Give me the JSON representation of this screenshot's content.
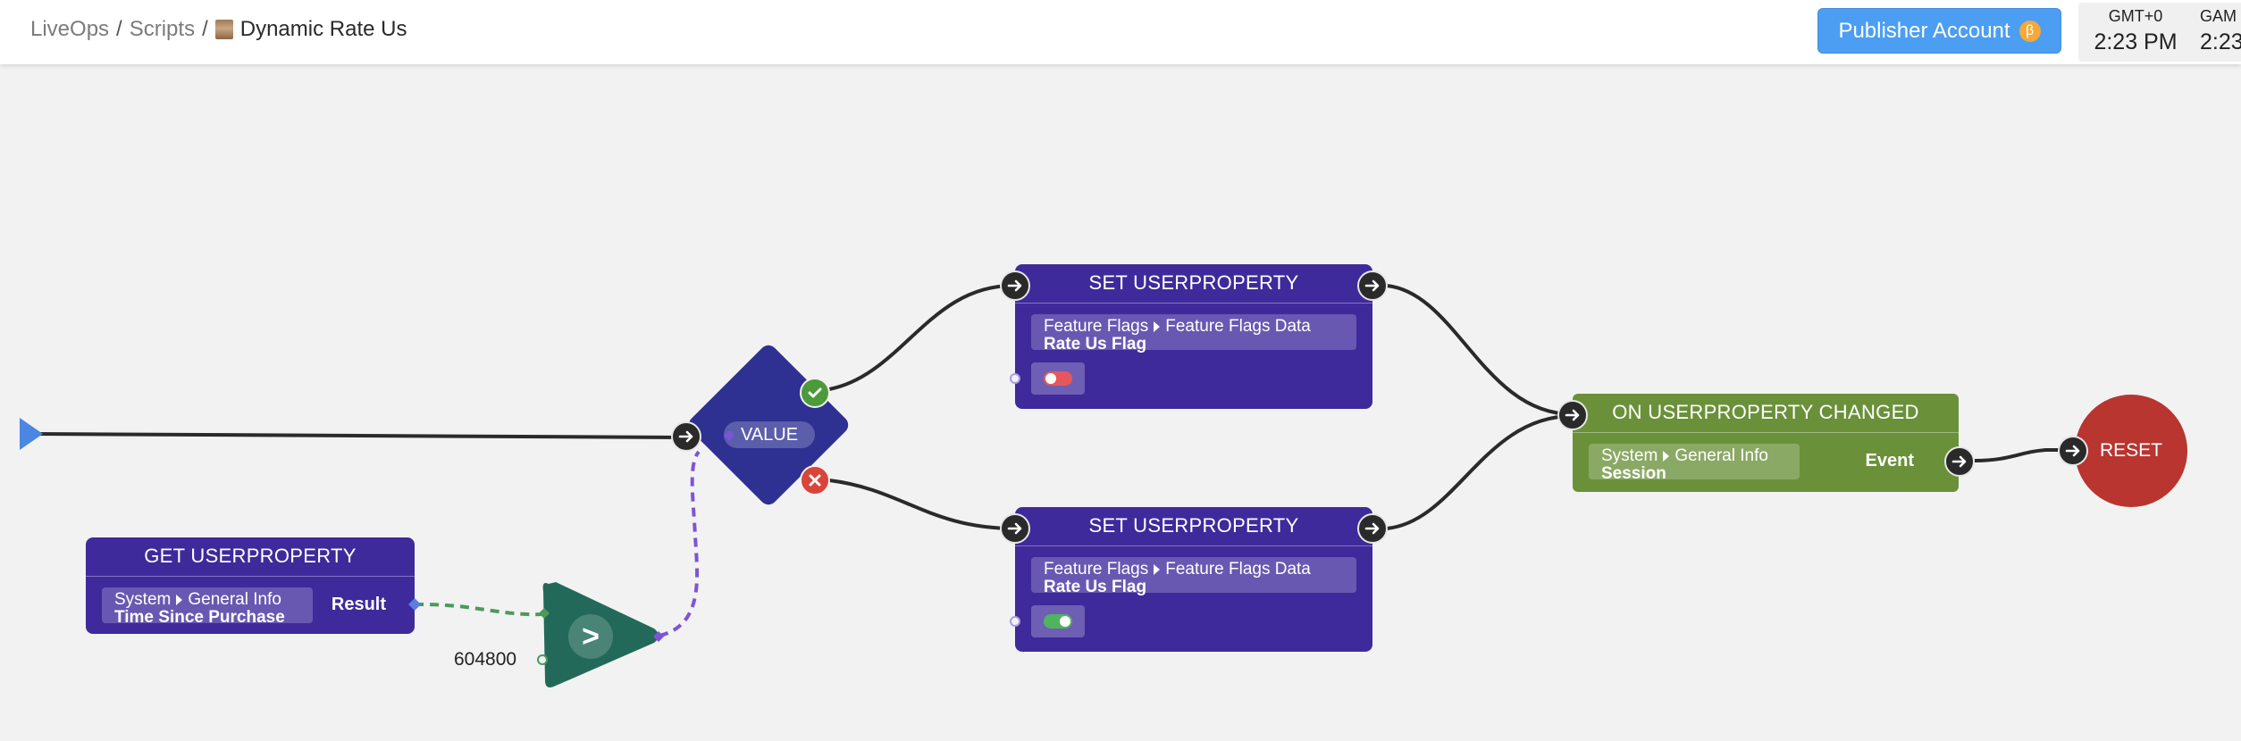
{
  "breadcrumb": {
    "items": [
      "LiveOps",
      "Scripts"
    ],
    "current": "Dynamic Rate Us"
  },
  "header": {
    "publisher_button": "Publisher Account",
    "beta_badge": "β",
    "clock": [
      {
        "zone": "GMT+0",
        "time": "2:23 PM"
      },
      {
        "zone": "GAM",
        "time": "2:23"
      }
    ]
  },
  "nodes": {
    "get_property": {
      "title": "GET USERPROPERTY",
      "path": [
        "System",
        "General Info"
      ],
      "property": "Time Since Purchase",
      "output": "Result"
    },
    "branch": {
      "label": "VALUE"
    },
    "compare": {
      "operator": ">",
      "constant": "604800"
    },
    "set_true": {
      "title": "SET USERPROPERTY",
      "path": [
        "Feature Flags",
        "Feature Flags Data"
      ],
      "property": "Rate Us Flag",
      "value": false
    },
    "set_false": {
      "title": "SET USERPROPERTY",
      "path": [
        "Feature Flags",
        "Feature Flags Data"
      ],
      "property": "Rate Us Flag",
      "value": true
    },
    "on_changed": {
      "title": "ON USERPROPERTY CHANGED",
      "path": [
        "System",
        "General Info"
      ],
      "property": "Session",
      "output": "Event"
    },
    "reset": {
      "label": "RESET"
    }
  },
  "colors": {
    "set_node": "#3f2a9b",
    "event_node": "#6a913a",
    "branch": "#2e3192",
    "compare": "#23695a",
    "reset": "#b83530",
    "true_badge": "#4c9a3c",
    "false_badge": "#d9443b",
    "toggle_off": "#e5575a",
    "toggle_on": "#4fb35f"
  }
}
